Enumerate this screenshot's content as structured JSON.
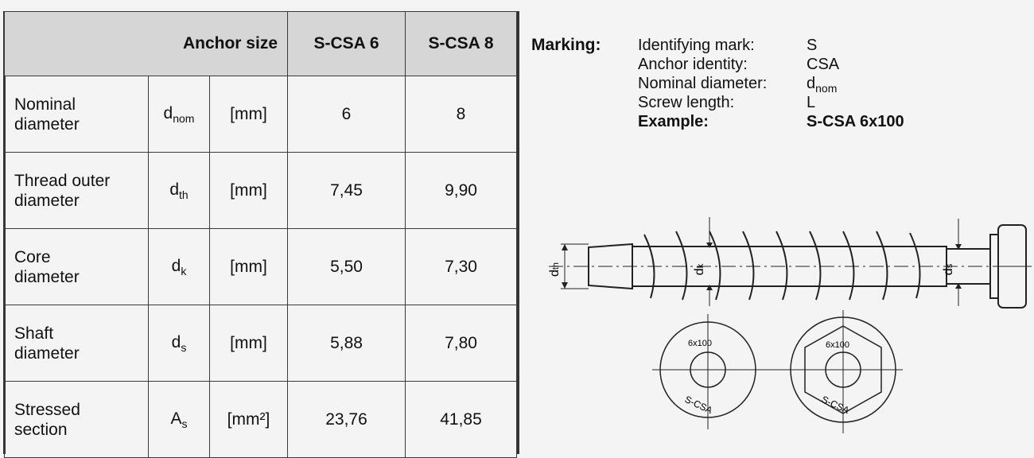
{
  "table": {
    "header": {
      "anchor_size": "Anchor size",
      "col1": "S-CSA 6",
      "col2": "S-CSA 8"
    },
    "rows": [
      {
        "name_1": "Nominal",
        "name_2": "diameter",
        "sym": "d",
        "sub": "nom",
        "unit": "[mm]",
        "v1": "6",
        "v2": "8"
      },
      {
        "name_1": "Thread outer",
        "name_2": "diameter",
        "sym": "d",
        "sub": "th",
        "unit": "[mm]",
        "v1": "7,45",
        "v2": "9,90"
      },
      {
        "name_1": "Core",
        "name_2": "diameter",
        "sym": "d",
        "sub": "k",
        "unit": "[mm]",
        "v1": "5,50",
        "v2": "7,30"
      },
      {
        "name_1": "Shaft",
        "name_2": "diameter",
        "sym": "d",
        "sub": "s",
        "unit": "[mm]",
        "v1": "5,88",
        "v2": "7,80"
      },
      {
        "name_1": "Stressed",
        "name_2": "section",
        "sym": "A",
        "sub": "s",
        "unit": "[mm²]",
        "v1": "23,76",
        "v2": "41,85"
      }
    ]
  },
  "marking": {
    "title": "Marking:",
    "items": [
      {
        "k": "Identifying mark:",
        "v": "S"
      },
      {
        "k": "Anchor identity:",
        "v": "CSA"
      },
      {
        "k": "Nominal diameter:",
        "v": "d",
        "v_sub": "nom"
      },
      {
        "k": "Screw length:",
        "v": "L"
      },
      {
        "k": "Example:",
        "v": "S-CSA 6x100"
      }
    ]
  },
  "drawing": {
    "dim_th": "d",
    "dim_th_sub": "th",
    "dim_k": "d",
    "dim_k_sub": "k",
    "dim_s": "d",
    "dim_s_sub": "s",
    "head_text_top": "6x100",
    "head_text_bottom": "S-CSA"
  }
}
